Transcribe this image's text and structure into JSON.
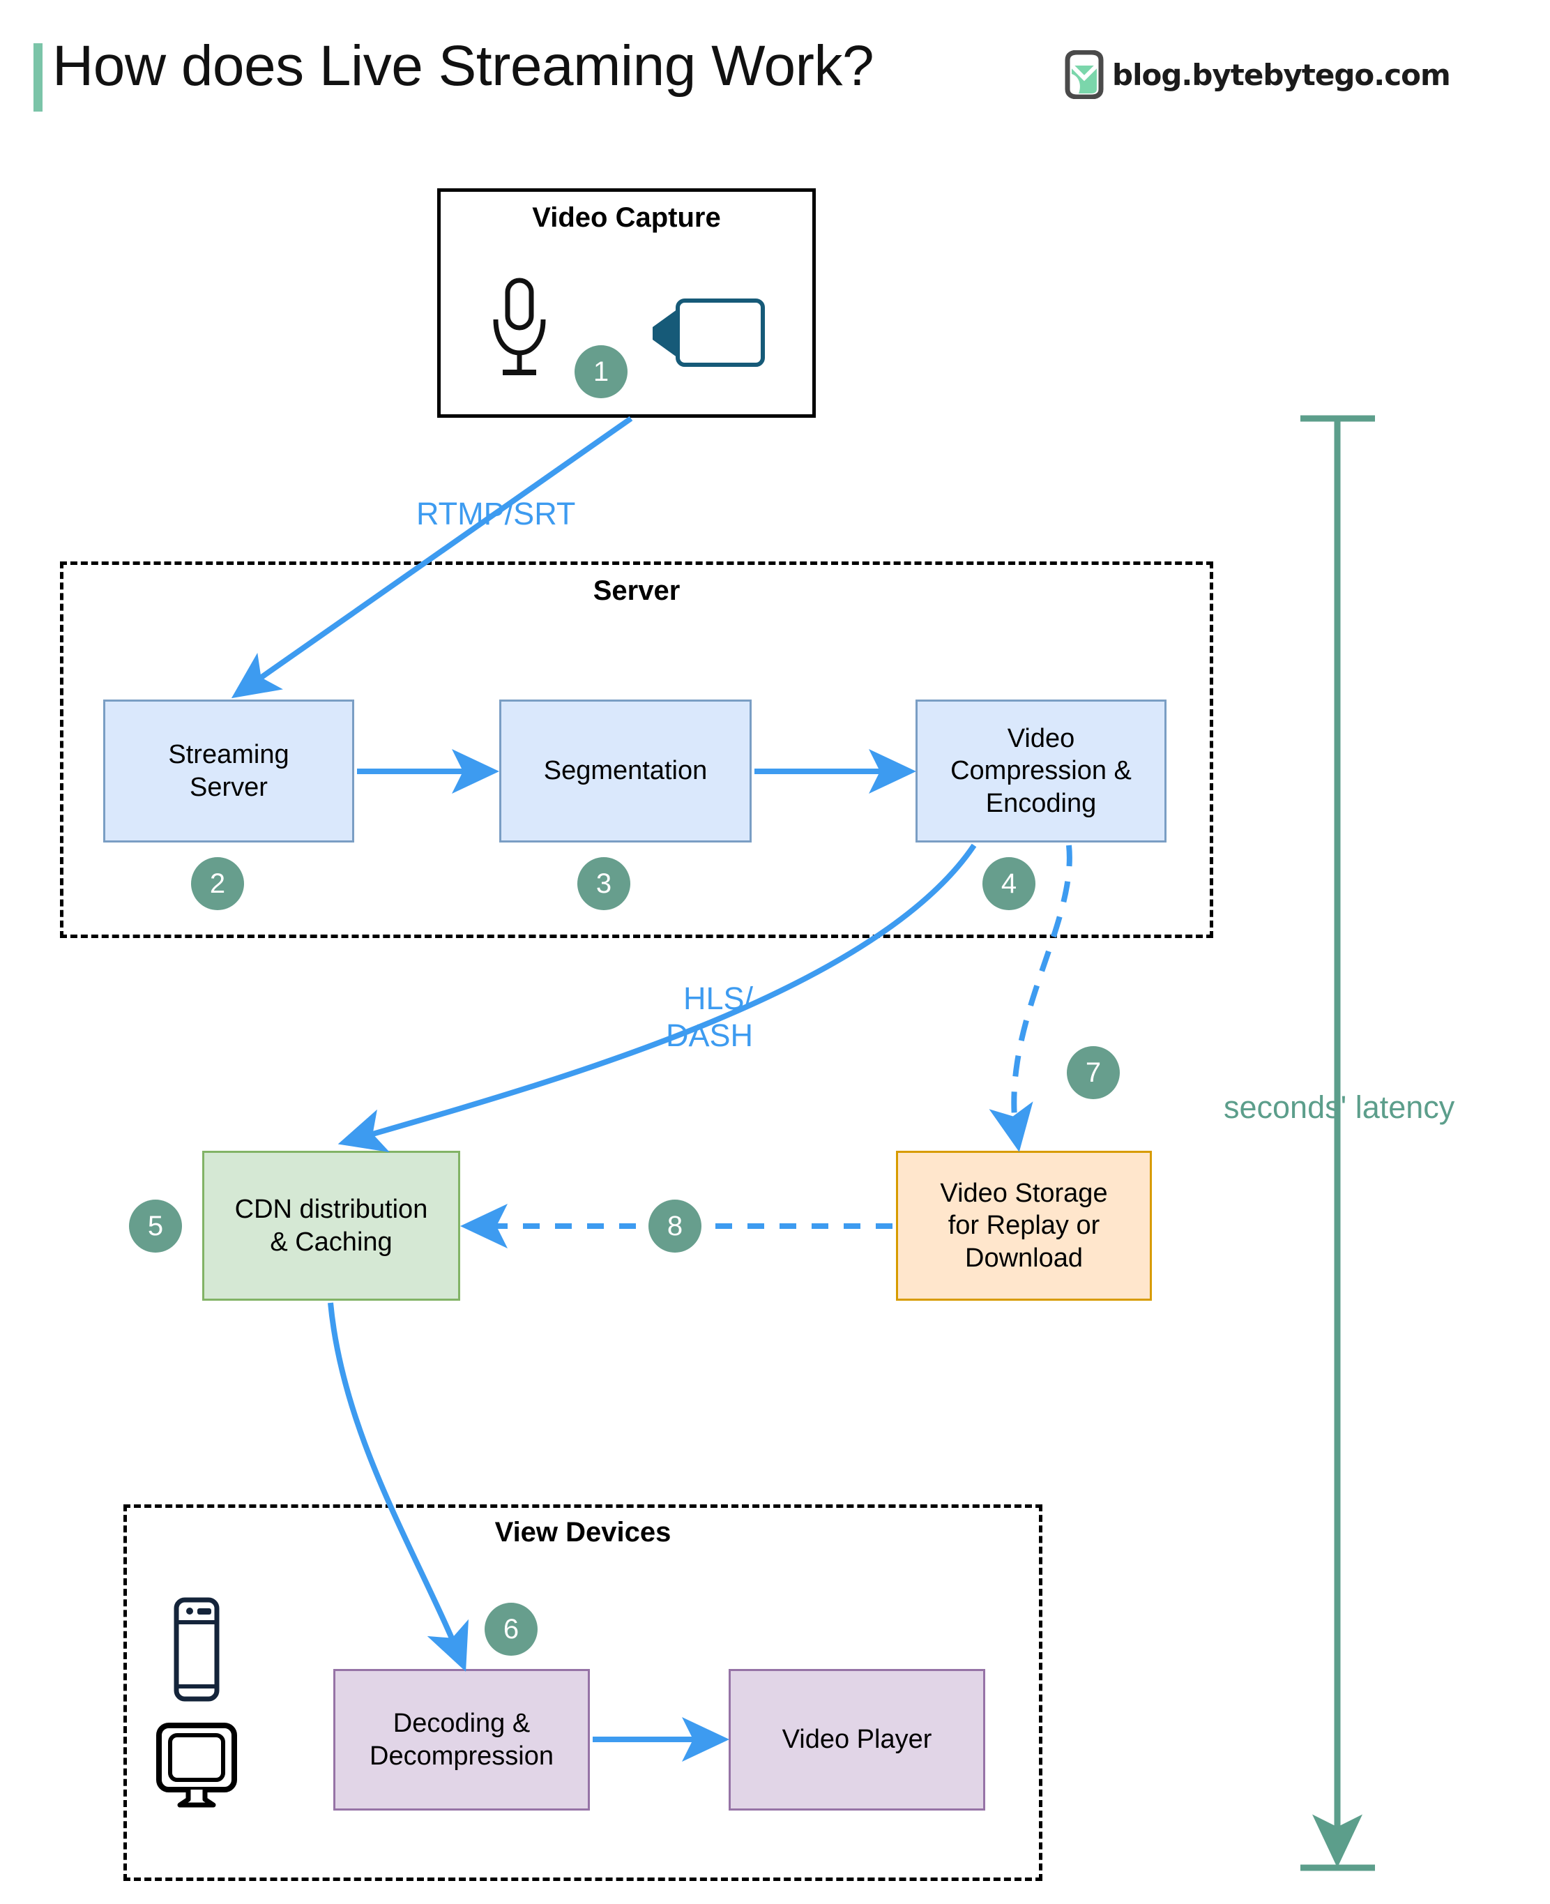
{
  "header": {
    "title": "How does Live Streaming Work?",
    "brand_text": "blog.bytebytego.com",
    "brand_icon": "bytebytego-logo-icon",
    "accent_color": "#7bc4a8"
  },
  "colors": {
    "blue_fill": "#dae8fc",
    "blue_stroke": "#7a9ec4",
    "green_fill": "#d5e8d4",
    "green_stroke": "#82b366",
    "orange_fill": "#ffe6cc",
    "orange_stroke": "#d79b00",
    "purple_fill": "#e1d5e7",
    "purple_stroke": "#9673a6",
    "arrow_blue": "#3d9bf0",
    "badge_green": "#679e8d",
    "latency_green": "#5c9e8b"
  },
  "groups": [
    {
      "id": "video-capture",
      "label": "Video Capture",
      "style": "solid"
    },
    {
      "id": "server",
      "label": "Server",
      "style": "dashed"
    },
    {
      "id": "view-devices",
      "label": "View Devices",
      "style": "dashed"
    }
  ],
  "nodes": {
    "streaming_server": "Streaming\nServer",
    "segmentation": "Segmentation",
    "video_compression": "Video\nCompression &\nEncoding",
    "cdn": "CDN distribution\n& Caching",
    "video_storage": "Video Storage\nfor Replay or\nDownload",
    "decoding": "Decoding &\nDecompression",
    "video_player": "Video Player"
  },
  "icons": {
    "microphone": "microphone-icon",
    "camcorder": "camcorder-icon",
    "phone": "smartphone-icon",
    "monitor": "desktop-monitor-icon"
  },
  "steps": [
    {
      "n": "1",
      "for": "video-capture"
    },
    {
      "n": "2",
      "for": "streaming-server"
    },
    {
      "n": "3",
      "for": "segmentation"
    },
    {
      "n": "4",
      "for": "video-compression"
    },
    {
      "n": "5",
      "for": "cdn"
    },
    {
      "n": "6",
      "for": "decoding"
    },
    {
      "n": "7",
      "for": "video-storage"
    },
    {
      "n": "8",
      "for": "storage-to-cdn"
    }
  ],
  "edge_labels": {
    "rtmp_srt": "RTMP/SRT",
    "hls_dash": "HLS/\nDASH"
  },
  "annotations": {
    "latency": "seconds' latency"
  }
}
